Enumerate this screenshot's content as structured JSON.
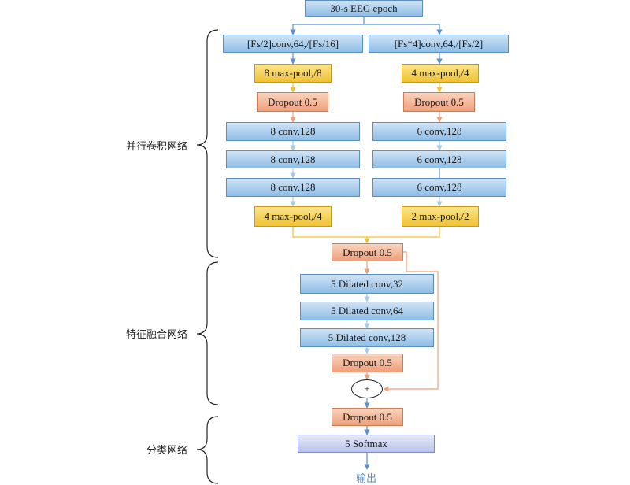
{
  "input": {
    "label": "30-s EEG epoch"
  },
  "branches": {
    "left": {
      "conv1": "[Fs/2]conv,64,/[Fs/16]",
      "pool1": "8 max-pool,/8",
      "dropout": "Dropout 0.5",
      "conv2": "8 conv,128",
      "conv3": "8 conv,128",
      "conv4": "8 conv,128",
      "pool2": "4 max-pool,/4"
    },
    "right": {
      "conv1": "[Fs*4]conv,64,/[Fs/2]",
      "pool1": "4 max-pool,/4",
      "dropout": "Dropout 0.5",
      "conv2": "6 conv,128",
      "conv3": "6 conv,128",
      "conv4": "6 conv,128",
      "pool2": "2 max-pool,/2"
    }
  },
  "fusion": {
    "dropout_in": "Dropout 0.5",
    "dilated1": "5 Dilated conv,32",
    "dilated2": "5 Dilated conv,64",
    "dilated3": "5 Dilated conv,128",
    "dropout_inner": "Dropout 0.5",
    "sum_symbol": "+"
  },
  "classifier": {
    "dropout": "Dropout 0.5",
    "softmax": "5 Softmax",
    "output": "输出"
  },
  "sections": {
    "parallel_conv": "并行卷积网络",
    "feature_fusion": "特征融合网络",
    "classification": "分类网络"
  },
  "colors": {
    "conv_box": "#8fbde6",
    "pool_box": "#f0c232",
    "dropout_box": "#ef9f7c",
    "softmax_box": "#b8c2ea",
    "arrow_blue": "#5b8fc7",
    "arrow_light_blue": "#a9c9e8",
    "arrow_orange": "#ef9f7c",
    "arrow_yellow": "#f0c232"
  }
}
